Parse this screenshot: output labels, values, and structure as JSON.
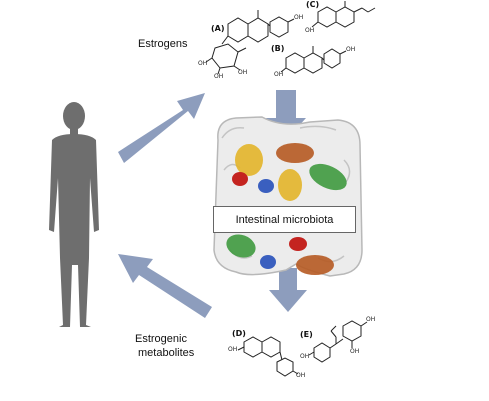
{
  "labels": {
    "estrogens": "Estrogens",
    "estrogenic_line1": "Estrogenic",
    "estrogenic_line2": "metabolites",
    "intestinal_microbiota": "Intestinal microbiota"
  },
  "molecules": [
    {
      "letter": "(A)"
    },
    {
      "letter": "(B)"
    },
    {
      "letter": "(C)"
    },
    {
      "letter": "(D)"
    },
    {
      "letter": "(E)"
    }
  ],
  "hydroxyl": "OH",
  "colors": {
    "silhouette": "#6e6e6e",
    "arrow": "#8d9dbd",
    "gut_outline": "#b8b8b8",
    "gut_fill": "#ececec",
    "microbe_yellow": "#e3b52a",
    "microbe_orange": "#b65a22",
    "microbe_green": "#3f9a3f",
    "microbe_red": "#c42420",
    "microbe_blue": "#3a5fbf"
  }
}
